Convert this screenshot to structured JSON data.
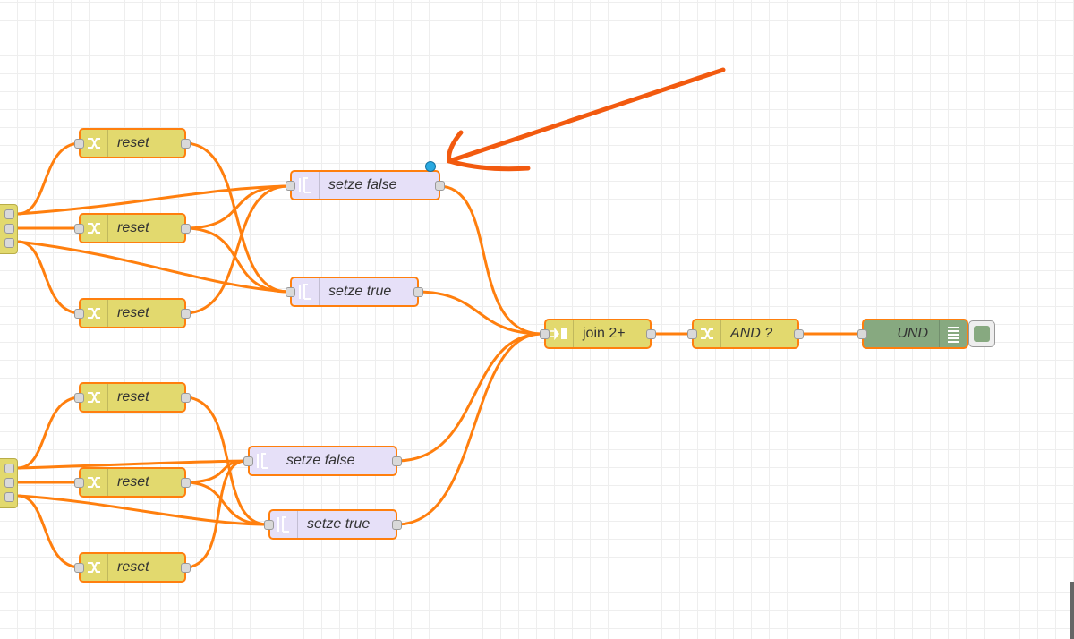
{
  "workspace": {
    "change_nodes": [
      "reset",
      "reset",
      "reset",
      "reset",
      "reset",
      "reset"
    ],
    "trigger_nodes": [
      "setze false",
      "setze true",
      "setze false",
      "setze true"
    ],
    "join_node": {
      "label": "join 2+"
    },
    "switch_node": {
      "label": "AND ?"
    },
    "debug_node": {
      "label": "UND"
    }
  },
  "colors": {
    "wire": "#ff7f0e",
    "annotation_arrow": "#f25a0f",
    "change_node": "#e2d96e",
    "trigger_node": "#e6e0f8",
    "debug_node": "#87a980",
    "status_dot": "#29a9e1"
  },
  "icons": {
    "change": "shuffle-icon",
    "trigger": "pulse-icon",
    "join": "join-icon",
    "debug": "list-icon"
  }
}
